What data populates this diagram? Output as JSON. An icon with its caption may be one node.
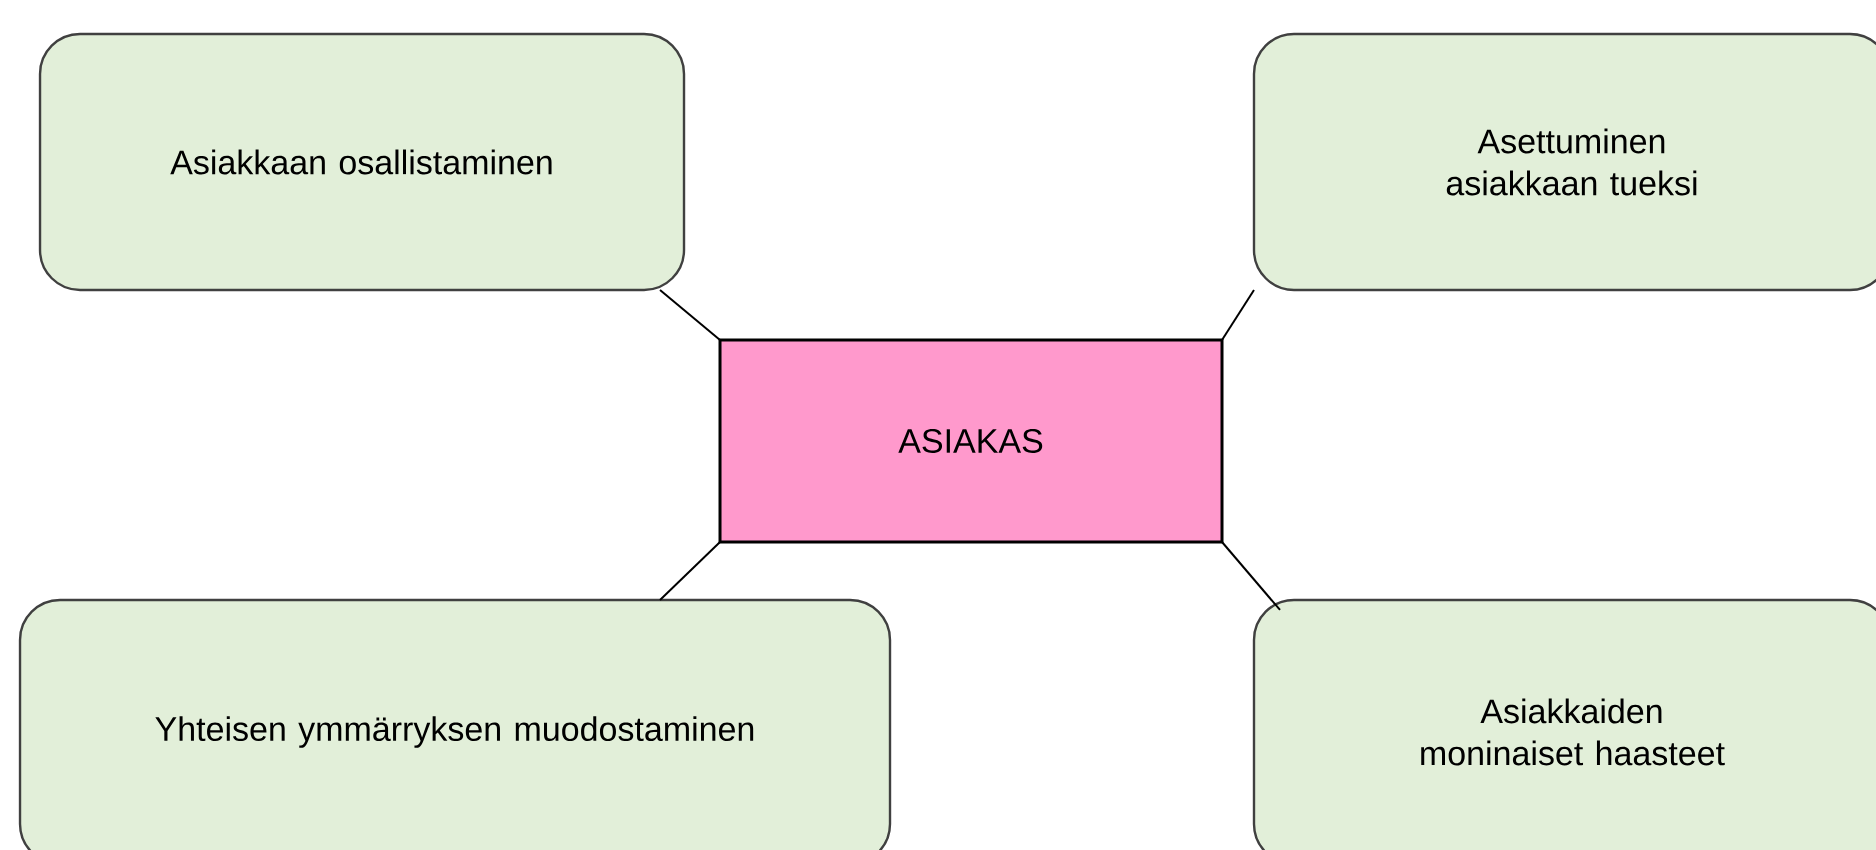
{
  "diagram": {
    "nodes": [
      {
        "text": [
          "Asiakkaan osallistaminen"
        ]
      },
      {
        "text": [
          "Asettuminen asiakkaan tueksi"
        ]
      },
      {
        "text": [
          "ASIAKAS"
        ]
      },
      {
        "text": [
          "Yhteisen ymmärryksen muodostaminen"
        ]
      },
      {
        "text": [
          "Asiakkaiden moninaiset haasteet"
        ]
      }
    ],
    "edges": [
      {
        "from": 2,
        "to": 0,
        "arrow": "none"
      },
      {
        "from": 2,
        "to": 1,
        "arrow": "none"
      },
      {
        "from": 2,
        "to": 3,
        "arrow": "none"
      },
      {
        "from": 2,
        "to": 4,
        "arrow": "none"
      }
    ]
  }
}
